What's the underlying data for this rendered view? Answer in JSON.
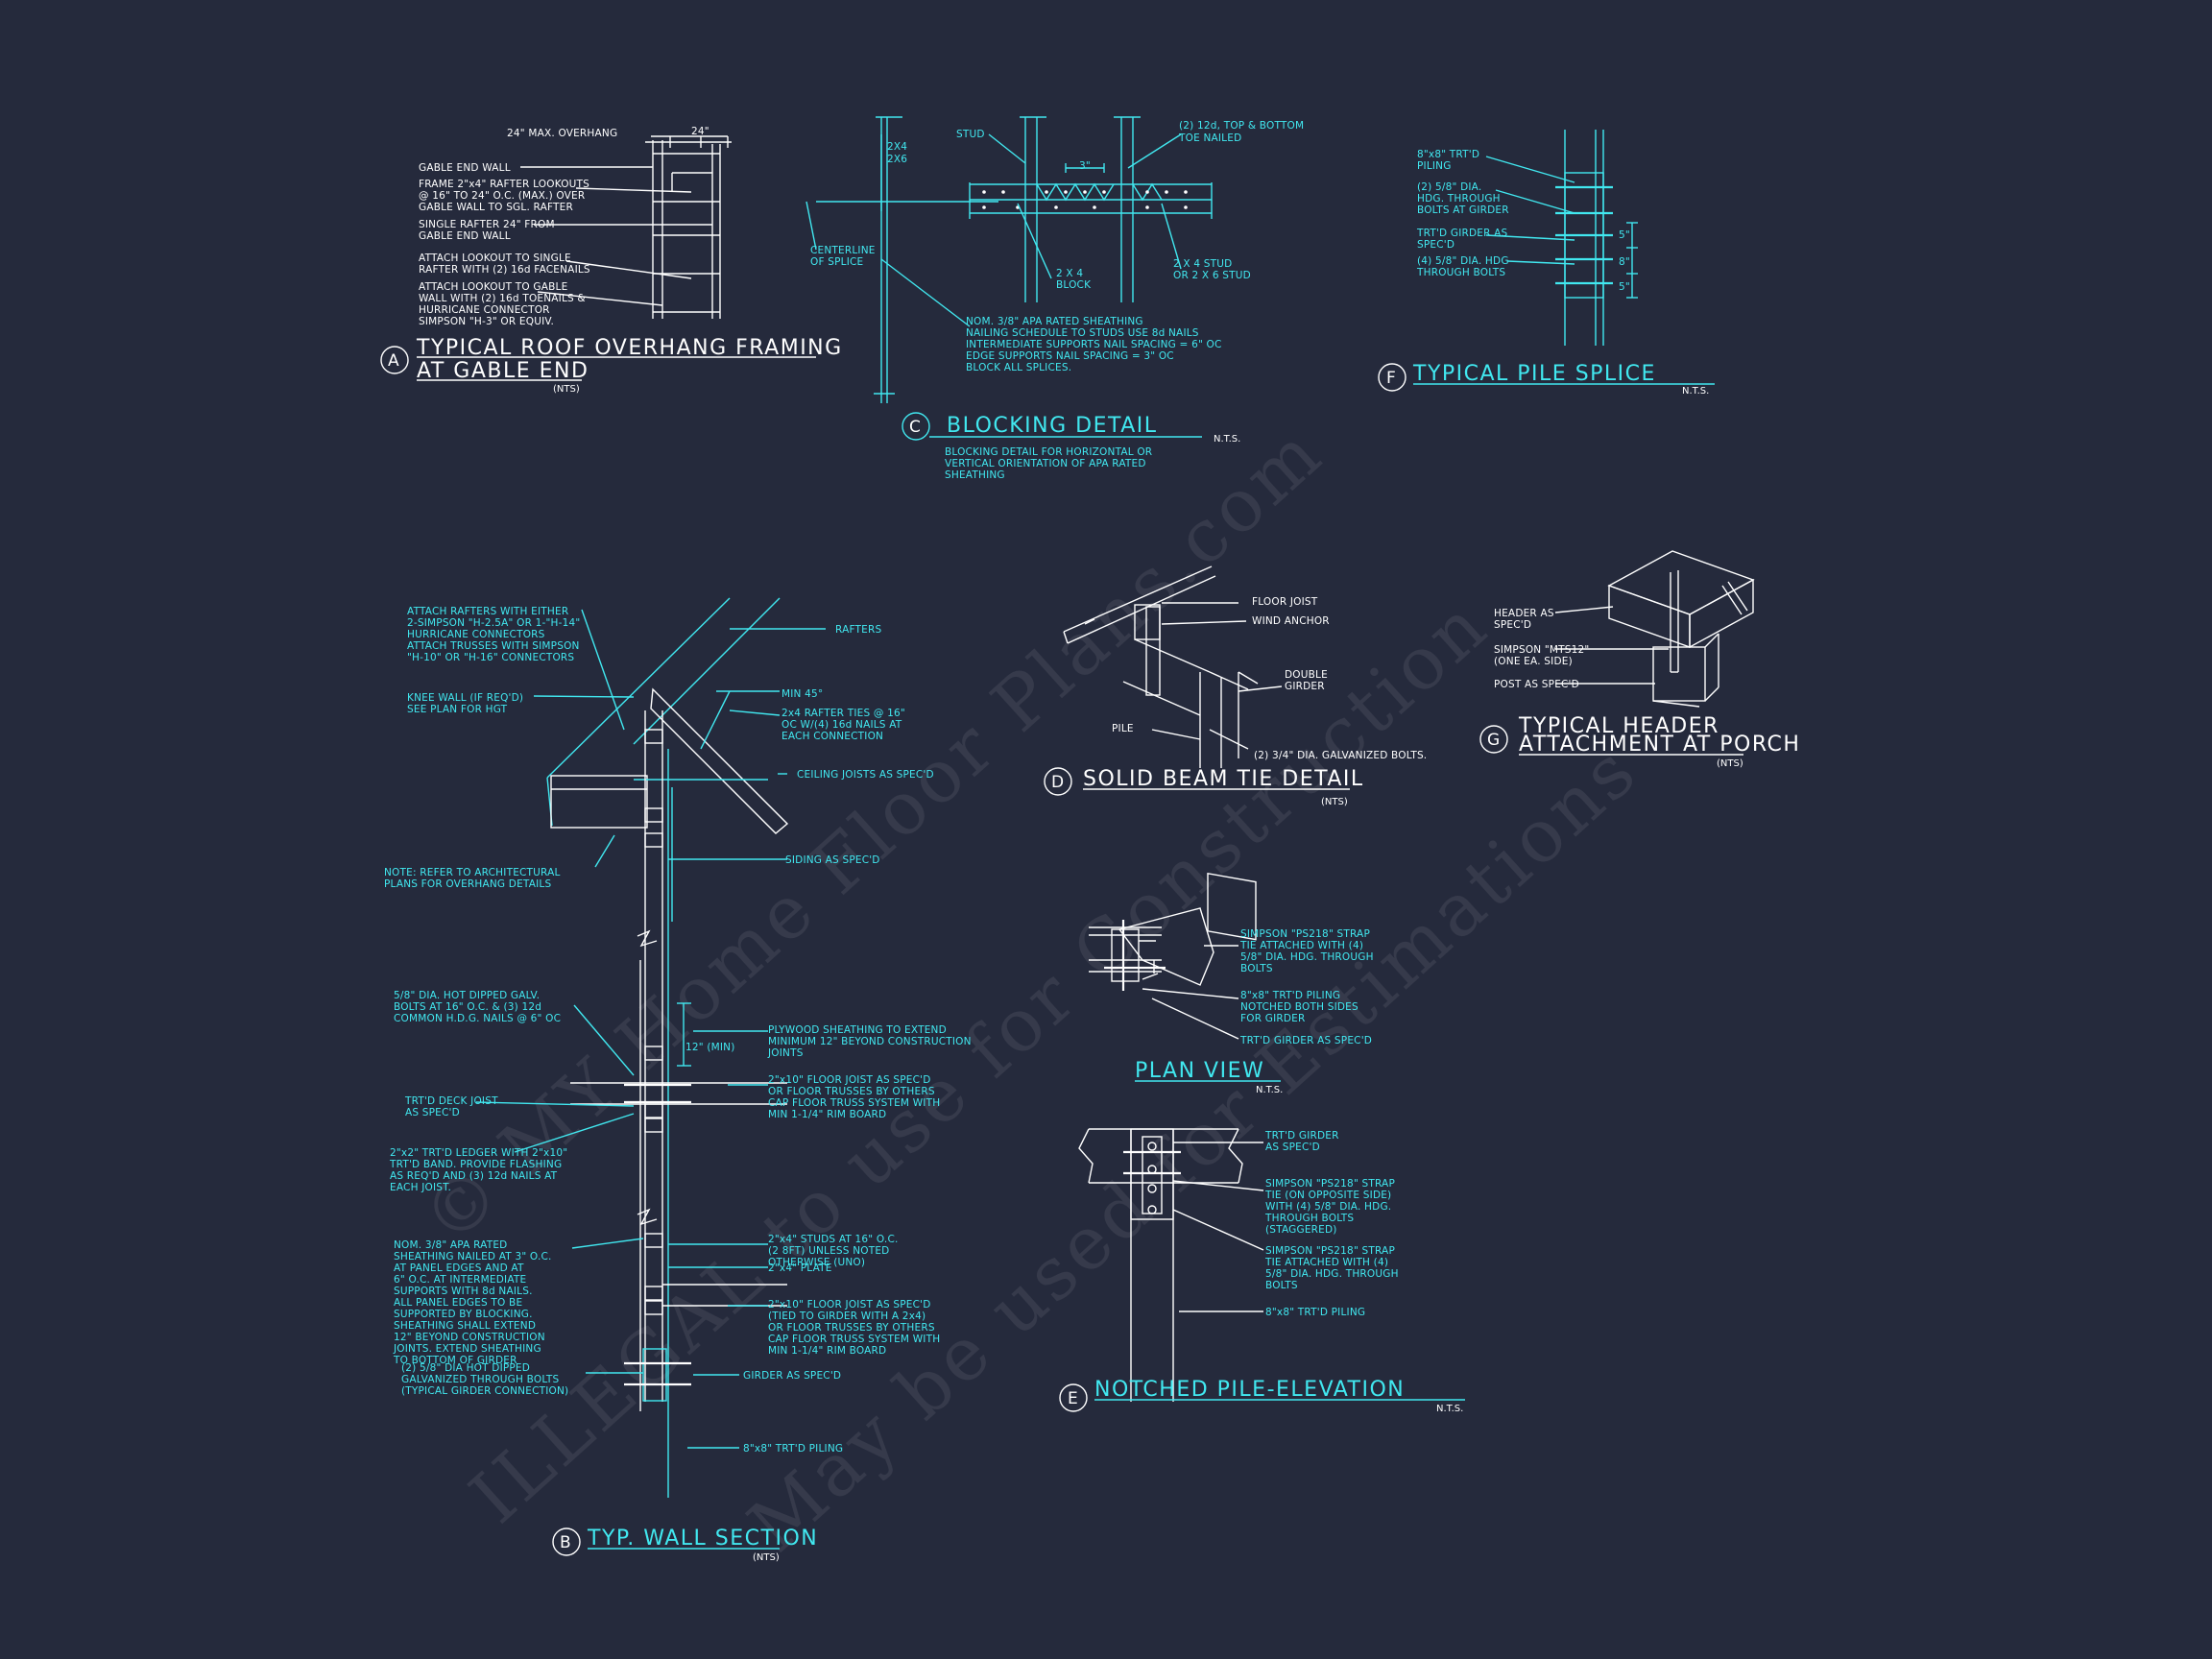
{
  "colors": {
    "background": "#252a3c",
    "cyan": "#41e8f0",
    "white": "#ffffff"
  },
  "watermark": {
    "line1": "© MY Home Floor Plans.com",
    "line2": "ILLEGAL to use for Construction",
    "line3": "May be used for Estimations"
  },
  "detail_a": {
    "bubble": "A",
    "title_line1": "TYPICAL ROOF OVERHANG FRAMING",
    "title_line2": "AT GABLE END",
    "scale": "(NTS)",
    "dim_max": "24\" MAX. OVERHANG",
    "dim_24": "24\"",
    "notes": [
      "GABLE END WALL",
      "FRAME 2\"x4\" RAFTER LOOKOUTS",
      "@ 16\" TO 24\" O.C. (MAX.) OVER",
      "GABLE WALL TO SGL. RAFTER",
      "SINGLE RAFTER 24\" FROM",
      "GABLE END WALL",
      "ATTACH LOOKOUT TO SINGLE",
      "RAFTER WITH (2) 16d FACENAILS",
      "ATTACH LOOKOUT TO GABLE",
      "WALL WITH (2) 16d TOENAILS &",
      "HURRICANE CONNECTOR",
      "SIMPSON \"H-3\" OR EQUIV."
    ]
  },
  "detail_c": {
    "bubble": "C",
    "title": "BLOCKING DETAIL",
    "scale": "N.T.S.",
    "labels": {
      "size_a": "2X4",
      "size_b": "2X6",
      "stud": "STUD",
      "nails_1": "(2) 12d, TOP & BOTTOM",
      "nails_2": "TOE NAILED",
      "dim_3": "3\"",
      "centerline_1": "CENTERLINE",
      "centerline_2": "OF SPLICE",
      "block_1": "2 X 4",
      "block_2": "BLOCK",
      "stud2_1": "2 X 4 STUD",
      "stud2_2": "OR 2 X 6 STUD"
    },
    "notes": [
      "NOM. 3/8\" APA RATED SHEATHING",
      "NAILING SCHEDULE TO STUDS USE 8d NAILS",
      "INTERMEDIATE SUPPORTS NAIL SPACING = 6\" OC",
      "EDGE SUPPORTS NAIL SPACING = 3\" OC",
      "BLOCK ALL SPLICES."
    ],
    "desc": [
      "BLOCKING DETAIL FOR HORIZONTAL OR",
      "VERTICAL ORIENTATION OF APA RATED",
      "SHEATHING"
    ]
  },
  "detail_f": {
    "bubble": "F",
    "title": "TYPICAL PILE SPLICE",
    "scale": "N.T.S.",
    "notes": [
      "8\"x8\" TRT'D",
      "PILING",
      "(2) 5/8\" DIA.",
      "HDG. THROUGH",
      "BOLTS AT GIRDER",
      "TRT'D GIRDER AS",
      "SPEC'D",
      "(4) 5/8\" DIA. HDG",
      "THROUGH BOLTS"
    ],
    "dims": [
      "5\"",
      "8\"",
      "5\""
    ]
  },
  "detail_b": {
    "bubble": "B",
    "title": "TYP. WALL SECTION",
    "scale": "(NTS)",
    "dim_12": "12\" (MIN)",
    "left_notes": [
      [
        "ATTACH RAFTERS WITH EITHER",
        "2-SIMPSON \"H-2.5A\" OR 1-\"H-14\"",
        "HURRICANE CONNECTORS",
        "ATTACH TRUSSES WITH SIMPSON",
        "\"H-10\" OR \"H-16\" CONNECTORS"
      ],
      [
        "KNEE WALL (IF REQ'D)",
        "SEE PLAN FOR HGT"
      ],
      [
        "NOTE: REFER TO ARCHITECTURAL",
        "PLANS FOR OVERHANG DETAILS"
      ],
      [
        "5/8\" DIA. HOT DIPPED GALV.",
        "BOLTS AT 16\" O.C. & (3) 12d",
        "COMMON H.D.G. NAILS @ 6\" OC"
      ],
      [
        "TRT'D DECK JOIST",
        "AS SPEC'D"
      ],
      [
        "2\"x2\" TRT'D LEDGER WITH 2\"x10\"",
        "TRT'D BAND. PROVIDE FLASHING",
        "AS REQ'D AND (3) 12d NAILS AT",
        "EACH JOIST."
      ],
      [
        "NOM. 3/8\" APA RATED",
        "SHEATHING NAILED AT 3\" O.C.",
        "AT PANEL EDGES AND AT",
        "6\" O.C. AT INTERMEDIATE",
        "SUPPORTS WITH 8d NAILS.",
        "ALL PANEL EDGES TO BE",
        "SUPPORTED BY BLOCKING.",
        "SHEATHING SHALL EXTEND",
        "12\" BEYOND CONSTRUCTION",
        "JOINTS. EXTEND SHEATHING",
        "TO BOTTOM OF GIRDER"
      ],
      [
        "(2) 5/8\" DIA HOT DIPPED",
        "GALVANIZED THROUGH BOLTS",
        "(TYPICAL GIRDER CONNECTION)"
      ]
    ],
    "right_notes": [
      [
        "RAFTERS"
      ],
      [
        "MIN 45°"
      ],
      [
        "2x4 RAFTER TIES @ 16\"",
        "OC W/(4) 16d NAILS AT",
        "EACH CONNECTION"
      ],
      [
        "CEILING JOISTS AS SPEC'D"
      ],
      [
        "SIDING AS SPEC'D"
      ],
      [
        "PLYWOOD SHEATHING TO EXTEND",
        "MINIMUM 12\" BEYOND CONSTRUCTION",
        "JOINTS"
      ],
      [
        "2\"x10\" FLOOR JOIST AS SPEC'D",
        "OR FLOOR TRUSSES BY OTHERS",
        "CAP FLOOR TRUSS SYSTEM WITH",
        "MIN 1-1/4\" RIM BOARD"
      ],
      [
        "2\"x4\" STUDS AT 16\" O.C.",
        "(2 8FT) UNLESS NOTED",
        "OTHERWISE (UNO)"
      ],
      [
        "2\"x4\" PLATE"
      ],
      [
        "2\"x10\" FLOOR JOIST AS SPEC'D",
        "(TIED TO GIRDER WITH A 2x4)",
        "OR FLOOR TRUSSES BY OTHERS",
        "CAP FLOOR TRUSS SYSTEM WITH",
        "MIN 1-1/4\" RIM BOARD"
      ],
      [
        "GIRDER AS SPEC'D"
      ],
      [
        "8\"x8\" TRT'D PILING"
      ]
    ]
  },
  "detail_d": {
    "bubble": "D",
    "title": "SOLID BEAM TIE DETAIL",
    "scale": "(NTS)",
    "labels": [
      "FLOOR JOIST",
      "WIND ANCHOR",
      "DOUBLE",
      "GIRDER",
      "PILE",
      "(2) 3/4\" DIA. GALVANIZED BOLTS."
    ]
  },
  "detail_g": {
    "bubble": "G",
    "title_line1": "TYPICAL HEADER",
    "title_line2": "ATTACHMENT AT PORCH",
    "scale": "(NTS)",
    "labels": [
      "HEADER AS",
      "SPEC'D",
      "SIMPSON \"MTS12\"",
      "(ONE EA. SIDE)",
      "POST AS SPEC'D"
    ]
  },
  "plan_view": {
    "title": "PLAN VIEW",
    "scale": "N.T.S.",
    "notes": [
      [
        "SIMPSON \"PS218\" STRAP",
        "TIE ATTACHED WITH (4)",
        "5/8\" DIA. HDG. THROUGH",
        "BOLTS"
      ],
      [
        "8\"x8\" TRT'D PILING",
        "NOTCHED BOTH SIDES",
        "FOR GIRDER"
      ],
      [
        "TRT'D GIRDER AS SPEC'D"
      ]
    ]
  },
  "detail_e": {
    "bubble": "E",
    "title": "NOTCHED PILE-ELEVATION",
    "scale": "N.T.S.",
    "notes": [
      [
        "TRT'D GIRDER",
        "AS SPEC'D"
      ],
      [
        "SIMPSON \"PS218\" STRAP",
        "TIE (ON OPPOSITE SIDE)",
        "WITH (4) 5/8\" DIA. HDG.",
        "THROUGH BOLTS",
        "(STAGGERED)"
      ],
      [
        "SIMPSON \"PS218\" STRAP",
        "TIE ATTACHED WITH (4)",
        "5/8\" DIA. HDG. THROUGH",
        "BOLTS"
      ],
      [
        "8\"x8\" TRT'D PILING"
      ]
    ]
  }
}
